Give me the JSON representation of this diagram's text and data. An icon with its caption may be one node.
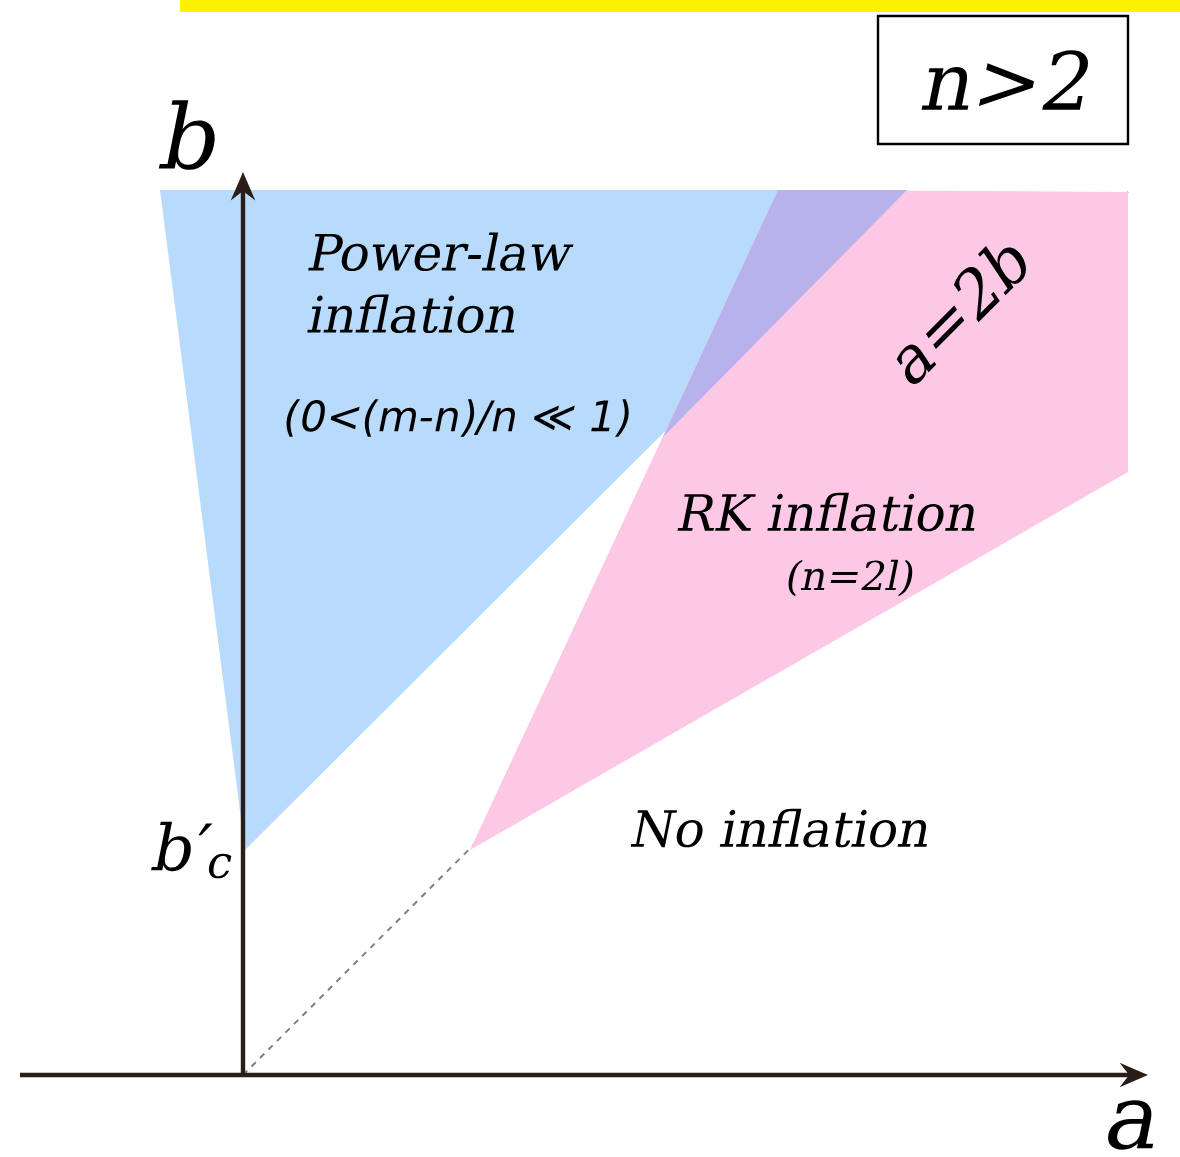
{
  "diagram": {
    "nodes": [
      {
        "text": [
          "n>2"
        ]
      },
      {
        "text": [
          "Power-law inflation",
          "(0<(m-n)/n ≪ 1)"
        ]
      },
      {
        "text": [
          "RK inflation",
          "(n=2l)"
        ]
      }
    ],
    "labels": [
      "b",
      "a=2b",
      "No inflation",
      "b′$_{c}$",
      "a"
    ]
  }
}
